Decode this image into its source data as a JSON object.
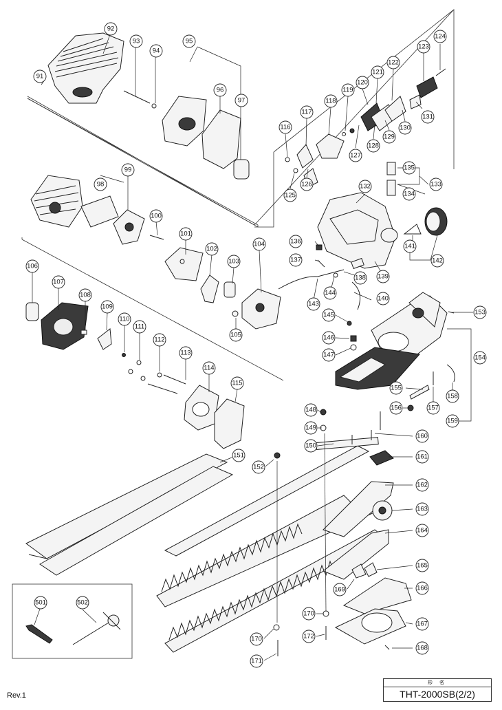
{
  "footer": {
    "revision": "Rev.1",
    "model_header": "形 名",
    "model": "THT-2000SB(2/2)"
  },
  "callouts": [
    {
      "id": "91",
      "label": "91"
    },
    {
      "id": "92",
      "label": "92"
    },
    {
      "id": "93",
      "label": "93"
    },
    {
      "id": "94",
      "label": "94"
    },
    {
      "id": "95",
      "label": "95"
    },
    {
      "id": "96",
      "label": "96"
    },
    {
      "id": "97",
      "label": "97"
    },
    {
      "id": "98",
      "label": "98"
    },
    {
      "id": "99",
      "label": "99"
    },
    {
      "id": "100",
      "label": "100"
    },
    {
      "id": "101",
      "label": "101"
    },
    {
      "id": "102",
      "label": "102"
    },
    {
      "id": "103",
      "label": "103"
    },
    {
      "id": "104",
      "label": "104"
    },
    {
      "id": "105",
      "label": "105"
    },
    {
      "id": "106",
      "label": "106"
    },
    {
      "id": "107",
      "label": "107"
    },
    {
      "id": "108",
      "label": "108"
    },
    {
      "id": "109",
      "label": "109"
    },
    {
      "id": "110",
      "label": "110"
    },
    {
      "id": "111",
      "label": "111"
    },
    {
      "id": "112",
      "label": "112"
    },
    {
      "id": "113",
      "label": "113"
    },
    {
      "id": "114",
      "label": "114"
    },
    {
      "id": "115",
      "label": "115"
    },
    {
      "id": "116",
      "label": "116"
    },
    {
      "id": "117",
      "label": "117"
    },
    {
      "id": "118",
      "label": "118"
    },
    {
      "id": "119",
      "label": "119"
    },
    {
      "id": "120",
      "label": "120"
    },
    {
      "id": "121",
      "label": "121"
    },
    {
      "id": "122",
      "label": "122"
    },
    {
      "id": "123",
      "label": "123"
    },
    {
      "id": "124",
      "label": "124"
    },
    {
      "id": "125",
      "label": "125"
    },
    {
      "id": "126",
      "label": "126"
    },
    {
      "id": "127",
      "label": "127"
    },
    {
      "id": "128",
      "label": "128"
    },
    {
      "id": "129",
      "label": "129"
    },
    {
      "id": "130",
      "label": "130"
    },
    {
      "id": "131",
      "label": "131"
    },
    {
      "id": "132",
      "label": "132"
    },
    {
      "id": "133",
      "label": "133"
    },
    {
      "id": "134",
      "label": "134"
    },
    {
      "id": "135",
      "label": "135"
    },
    {
      "id": "136",
      "label": "136"
    },
    {
      "id": "137",
      "label": "137"
    },
    {
      "id": "138",
      "label": "138"
    },
    {
      "id": "139",
      "label": "139"
    },
    {
      "id": "140",
      "label": "140"
    },
    {
      "id": "141",
      "label": "141"
    },
    {
      "id": "142",
      "label": "142"
    },
    {
      "id": "143",
      "label": "143"
    },
    {
      "id": "144",
      "label": "144"
    },
    {
      "id": "145",
      "label": "145"
    },
    {
      "id": "146",
      "label": "146"
    },
    {
      "id": "147",
      "label": "147"
    },
    {
      "id": "148",
      "label": "148"
    },
    {
      "id": "149",
      "label": "149"
    },
    {
      "id": "150",
      "label": "150"
    },
    {
      "id": "151",
      "label": "151"
    },
    {
      "id": "152",
      "label": "152"
    },
    {
      "id": "153",
      "label": "153"
    },
    {
      "id": "154",
      "label": "154"
    },
    {
      "id": "155",
      "label": "155"
    },
    {
      "id": "156",
      "label": "156"
    },
    {
      "id": "157",
      "label": "157"
    },
    {
      "id": "158",
      "label": "158"
    },
    {
      "id": "159",
      "label": "159"
    },
    {
      "id": "160",
      "label": "160"
    },
    {
      "id": "161",
      "label": "161"
    },
    {
      "id": "162",
      "label": "162"
    },
    {
      "id": "163",
      "label": "163"
    },
    {
      "id": "164",
      "label": "164"
    },
    {
      "id": "165",
      "label": "165"
    },
    {
      "id": "166",
      "label": "166"
    },
    {
      "id": "167",
      "label": "167"
    },
    {
      "id": "168",
      "label": "168"
    },
    {
      "id": "169",
      "label": "169"
    },
    {
      "id": "170a",
      "label": "170"
    },
    {
      "id": "170b",
      "label": "170"
    },
    {
      "id": "171",
      "label": "171"
    },
    {
      "id": "172",
      "label": "172"
    },
    {
      "id": "501",
      "label": "501"
    },
    {
      "id": "502",
      "label": "502"
    }
  ]
}
